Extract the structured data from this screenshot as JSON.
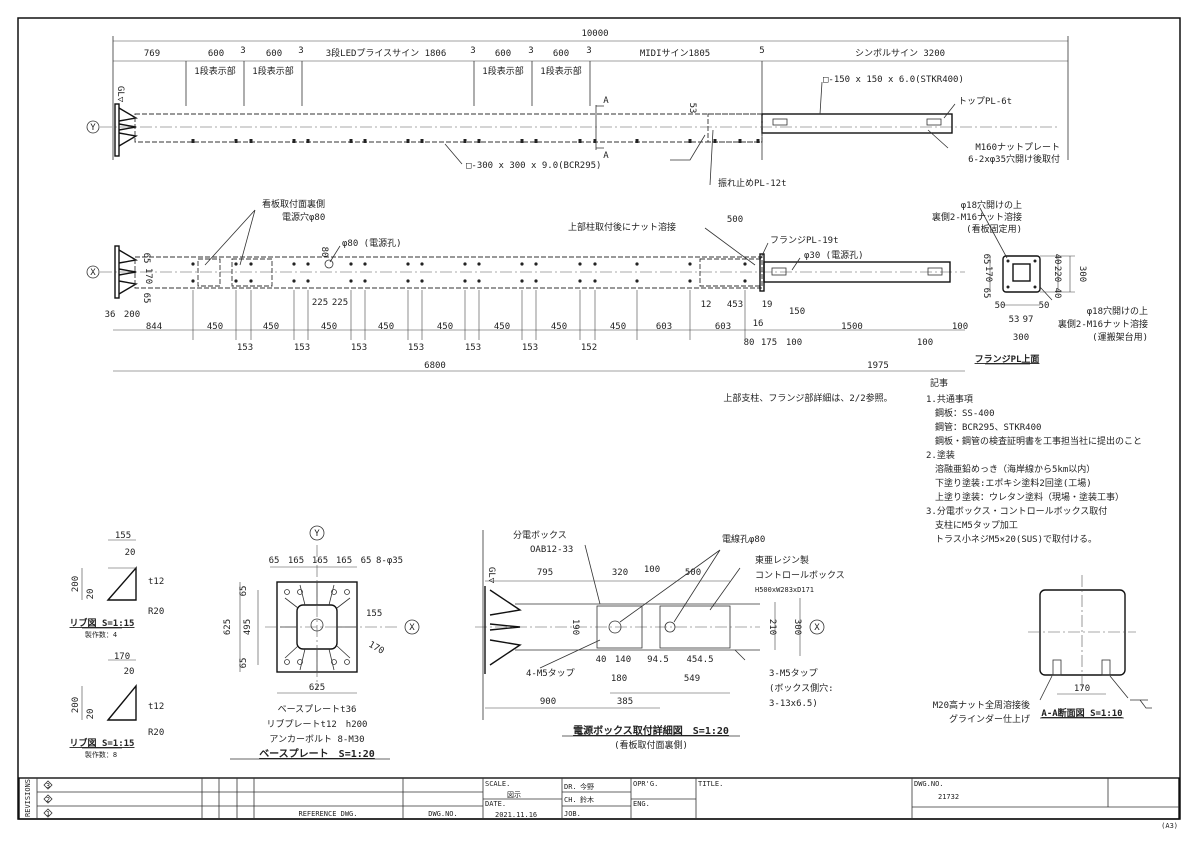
{
  "top_elevation": {
    "overall": "10000",
    "segments": [
      "769",
      "600",
      "3",
      "600",
      "3",
      "3段LEDプライスサイン 1806",
      "3",
      "600",
      "3",
      "600",
      "3",
      "MIDIサイン1805",
      "5",
      "シンボルサイン 3200"
    ],
    "display_labels": [
      "1段表示部",
      "1段表示部",
      "1段表示部",
      "1段表示部"
    ],
    "gl": "GL▽",
    "axis": "Y",
    "section_mark": "A",
    "dim_53": "53",
    "main_pipe": "□-300 x 300 x 9.0(BCR295)",
    "upper_pipe": "□-150 x 150 x 6.0(STKR400)",
    "top_plate": "トップPL-6t",
    "nut_plate": "M160ナットプレート",
    "nut_plate_holes": "6-2xφ35穴開け後取付",
    "steady_plate": "振れ止めPL-12t"
  },
  "mid_elevation": {
    "axis": "X",
    "back_hole_1": "看板取付面裏側",
    "back_hole_2": "電源穴φ80",
    "power_hole": "φ80 (電源孔)",
    "nut_weld": "上部柱取付後にナット溶接",
    "flange": "フランジPL-19t",
    "power_hole_30": "φ30 (電源孔)",
    "dims_vertical": [
      "65",
      "170",
      "65",
      "80"
    ],
    "dim_225": [
      "225",
      "225"
    ],
    "dim_36": "36",
    "dim_200": "200",
    "row1": [
      "844",
      "450",
      "450",
      "450",
      "450",
      "450",
      "450",
      "450",
      "450",
      "603",
      "603",
      "1500",
      "100"
    ],
    "row2": [
      "153",
      "153",
      "153",
      "153",
      "153",
      "153",
      "152"
    ],
    "row_upper": [
      "12",
      "453",
      "19",
      "16",
      "150",
      "80",
      "175",
      "100",
      "100"
    ],
    "dim_500": "500",
    "total_lower": "6800",
    "total_upper": "1975"
  },
  "flange_view": {
    "note_top_1": "φ18穴開けの上",
    "note_top_2": "裏側2-M16ナット溶接",
    "note_top_3": "(看板固定用)",
    "note_bot_1": "φ18穴開けの上",
    "note_bot_2": "裏側2-M16ナット溶接",
    "note_bot_3": "(運搬架台用)",
    "dims": [
      "65",
      "170",
      "65",
      "40",
      "220",
      "40",
      "300",
      "50",
      "50",
      "53",
      "97",
      "300"
    ],
    "title": "フランジPL上面"
  },
  "reference_note": "上部支柱、フランジ部詳細は、2/2参照。",
  "notes": {
    "heading": "記事",
    "items": [
      "1.共通事項",
      "鋼板：SS-400",
      "鋼管：BCR295、STKR400",
      "鋼板・鋼管の検査証明書を工事担当社に提出のこと",
      "2.塗装",
      "溶融亜鉛めっき（海岸線から5km以内）",
      "下塗り塗装:エポキシ塗料2回塗(工場)",
      "上塗り塗装：ウレタン塗料（現場・塗装工事）",
      "3.分電ボックス・コントロールボックス取付",
      "支柱にM5タップ加工",
      "トラス小ネジM5×20(SUS)で取付ける。"
    ]
  },
  "rib1": {
    "w": "155",
    "tip": "20",
    "h": "200",
    "h2": "20",
    "t": "t12",
    "r": "R20",
    "title": "リブ図 S=1:15",
    "count": "製作数：4"
  },
  "rib2": {
    "w": "170",
    "tip": "20",
    "h": "200",
    "h2": "20",
    "t": "t12",
    "r": "R20",
    "title": "リブ図 S=1:15",
    "count": "製作数：8"
  },
  "base_plate": {
    "axis_y": "Y",
    "axis_x": "X",
    "top_dims": [
      "65",
      "165",
      "165",
      "165",
      "65"
    ],
    "holes": "8-φ35",
    "left_dims": [
      "625",
      "65",
      "495",
      "65"
    ],
    "d155": "155",
    "d170": "170",
    "bottom": "625",
    "spec1": "ベースプレートt36",
    "spec2": "リブプレートt12　h200",
    "spec3": "アンカーボルト 8-M30",
    "title": "ベースプレート　S=1:20"
  },
  "power_box": {
    "gl": "GL▽",
    "dist_box": "分電ボックス",
    "dist_box_model": "OAB12-33",
    "wire_hole": "電線孔φ80",
    "ctrl_1": "東亜レジン製",
    "ctrl_2": "コントロールボックス",
    "ctrl_3": "H500xW283xD171",
    "top_dims": [
      "795",
      "320",
      "100",
      "500"
    ],
    "d190": "190",
    "d210": "210",
    "d300": "300",
    "axis": "X",
    "row1": [
      "40",
      "140",
      "94.5",
      "454.5"
    ],
    "row2": [
      "180",
      "549"
    ],
    "row3": [
      "900",
      "385"
    ],
    "tap4": "4-M5タップ",
    "tap3_1": "3-M5タップ",
    "tap3_2": "(ボックス側穴:",
    "tap3_3": "3-13x6.5)",
    "title": "電源ボックス取付詳細図　S=1:20",
    "subtitle": "(看板取付面裏側)"
  },
  "section_aa": {
    "d170": "170",
    "note1": "M20高ナット全周溶接後",
    "note2": "グラインダー仕上げ",
    "title": "A-A断面図 S=1:10"
  },
  "title_block": {
    "revisions": "REVISIONS",
    "rev_marks": [
      "3",
      "2",
      "1"
    ],
    "reference": "REFERENCE DWG.",
    "dwg_no_label": "DWG.NO.",
    "scale_label": "SCALE.",
    "scale": "図示",
    "date_label": "DATE.",
    "date": "2021.11.16",
    "dr_label": "DR.",
    "dr": "今野",
    "ch_label": "CH.",
    "ch": "鈴木",
    "job_label": "JOB.",
    "oprg_label": "OPR'G.",
    "eng_label": "ENG.",
    "title_label": "TITLE.",
    "dwgno_label": "DWG.NO.",
    "dwgno": "21732",
    "paper": "(A3)"
  }
}
